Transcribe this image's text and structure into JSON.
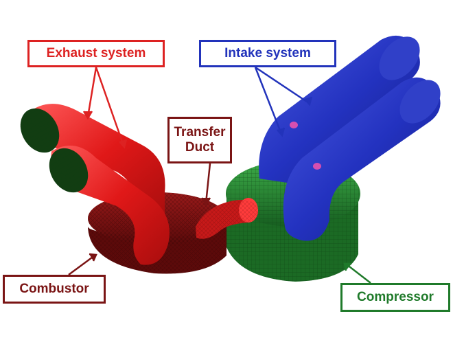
{
  "labels": {
    "exhaust_system": "Exhaust system",
    "intake_system": "Intake system",
    "transfer_duct_line1": "Transfer",
    "transfer_duct_line2": "Duct",
    "combustor": "Combustor",
    "compressor": "Compressor"
  },
  "colors": {
    "exhaust": "#dd2222",
    "intake": "#2233bb",
    "transfer": "#7a1414",
    "combustor": "#7a1414",
    "compressor": "#1f7a2a"
  }
}
